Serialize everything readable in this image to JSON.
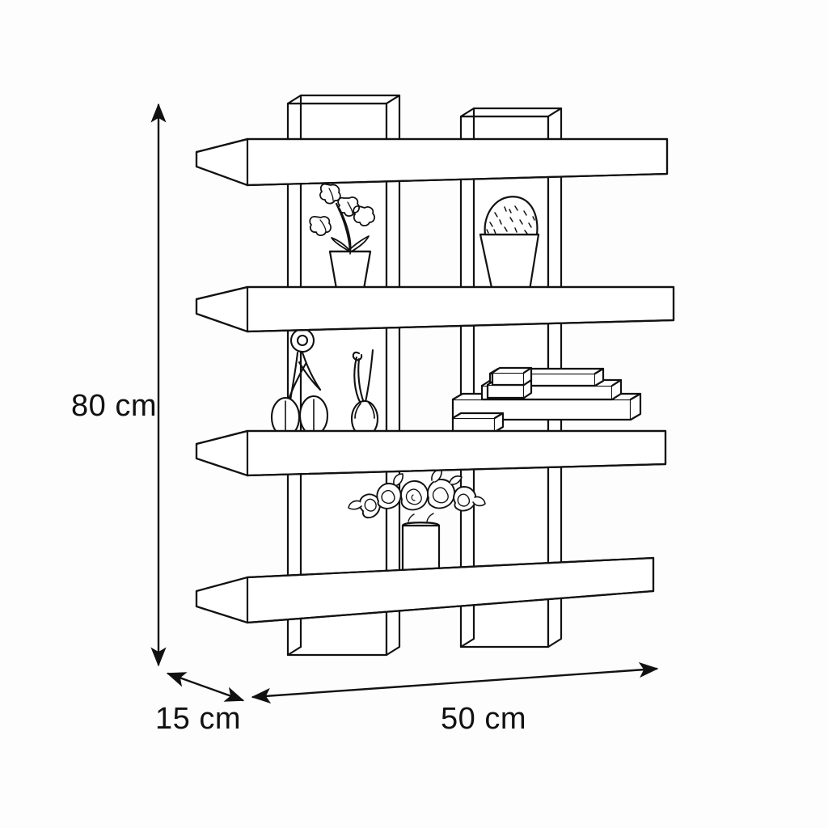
{
  "drawing": {
    "title": "Wall Shelf Technical Dimension Drawing",
    "background_color": "#fdfdfd",
    "line_color": "#111111",
    "style": "line-art isometric technical illustration"
  },
  "dimensions": {
    "height": {
      "label": "80 cm",
      "value": 80,
      "unit": "cm",
      "axis": "vertical"
    },
    "depth": {
      "label": "15 cm",
      "value": 15,
      "unit": "cm",
      "axis": "depth"
    },
    "width": {
      "label": "50 cm",
      "value": 50,
      "unit": "cm",
      "axis": "horizontal"
    }
  },
  "product": {
    "type": "wall-mounted shelf unit",
    "shelf_count": 4,
    "support_panel_count": 2,
    "shelves": [
      {
        "index": 1,
        "name": "top-shelf"
      },
      {
        "index": 2,
        "name": "second-shelf"
      },
      {
        "index": 3,
        "name": "third-shelf"
      },
      {
        "index": 4,
        "name": "bottom-shelf"
      }
    ],
    "decor_items": [
      {
        "name": "orchid-plant",
        "shelf": 2,
        "side": "left"
      },
      {
        "name": "cactus-plant",
        "shelf": 2,
        "side": "right"
      },
      {
        "name": "scissors-pair",
        "shelf": 3,
        "side": "left"
      },
      {
        "name": "book-stack",
        "shelf": 3,
        "side": "right"
      },
      {
        "name": "rose-vase",
        "shelf": 4,
        "side": "center"
      }
    ]
  }
}
